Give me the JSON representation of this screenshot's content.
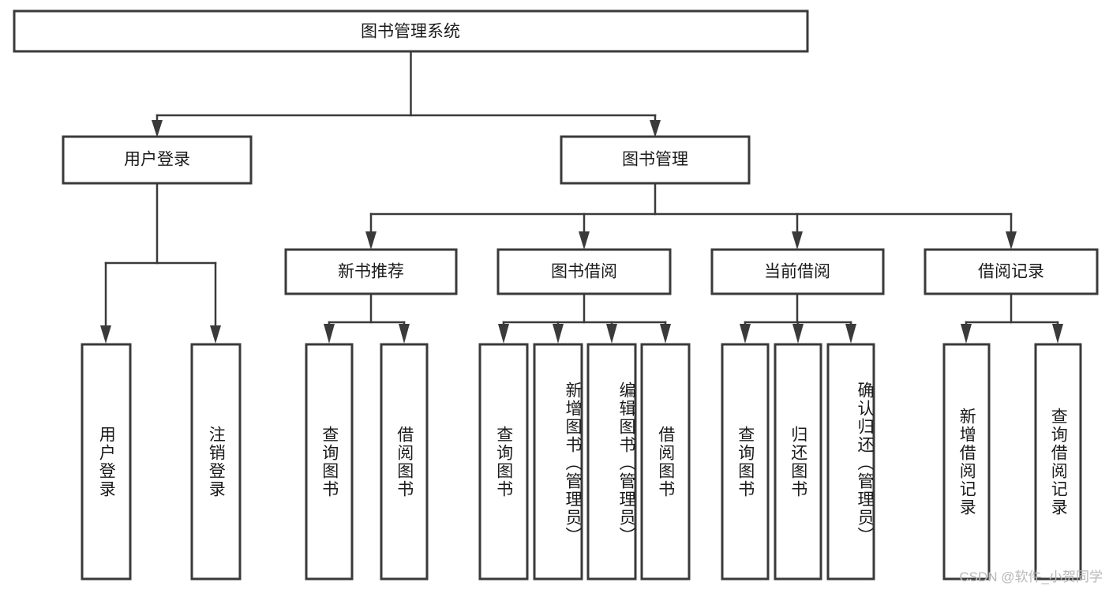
{
  "diagram": {
    "title": "图书管理系统",
    "type": "tree-hierarchy-diagram",
    "colors": {
      "box_stroke": "#3a3a3a",
      "box_fill": "#ffffff",
      "line": "#3a3a3a",
      "text": "#1b1b1b",
      "watermark": "#b8b8b8",
      "background": "#ffffff"
    },
    "root": {
      "label": "图书管理系统"
    },
    "level2": [
      {
        "label": "用户登录"
      },
      {
        "label": "图书管理"
      }
    ],
    "level3": [
      {
        "label": "新书推荐"
      },
      {
        "label": "图书借阅"
      },
      {
        "label": "当前借阅"
      },
      {
        "label": "借阅记录"
      }
    ],
    "leaves": {
      "user_login": [
        {
          "label": "用户登录"
        },
        {
          "label": "注销登录"
        }
      ],
      "new_book_recommend": [
        {
          "label": "查询图书"
        },
        {
          "label": "借阅图书"
        }
      ],
      "book_borrow": [
        {
          "label": "查询图书"
        },
        {
          "label": "新增图书（管理员）"
        },
        {
          "label": "编辑图书（管理员）"
        },
        {
          "label": "借阅图书"
        }
      ],
      "current_borrow": [
        {
          "label": "查询图书"
        },
        {
          "label": "归还图书"
        },
        {
          "label": "确认归还（管理员）"
        }
      ],
      "borrow_record": [
        {
          "label": "新增借阅记录"
        },
        {
          "label": "查询借阅记录"
        }
      ]
    }
  },
  "watermark": {
    "text": "CSDN @软件_小贺同学"
  }
}
